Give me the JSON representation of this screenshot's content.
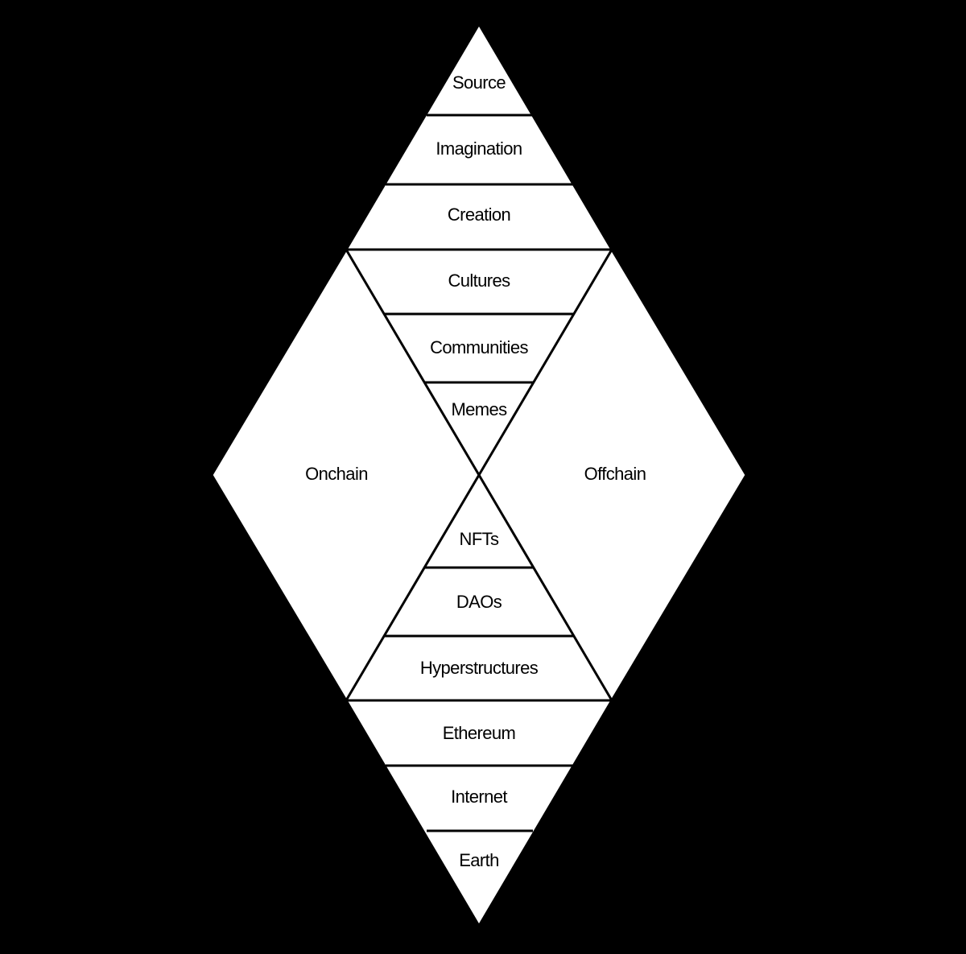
{
  "diagram": {
    "colors": {
      "background": "#000000",
      "shape": "#ffffff",
      "line": "#000000",
      "text": "#000000"
    },
    "top_triangle": {
      "bands": [
        "Source",
        "Imagination",
        "Creation"
      ]
    },
    "upper_inverted_triangle": {
      "bands": [
        "Cultures",
        "Communities",
        "Memes"
      ]
    },
    "lower_triangle": {
      "bands": [
        "NFTs",
        "DAOs",
        "Hyperstructures"
      ]
    },
    "bottom_inverted_triangle": {
      "bands": [
        "Ethereum",
        "Internet",
        "Earth"
      ]
    },
    "side_regions": {
      "left": "Onchain",
      "right": "Offchain"
    }
  }
}
